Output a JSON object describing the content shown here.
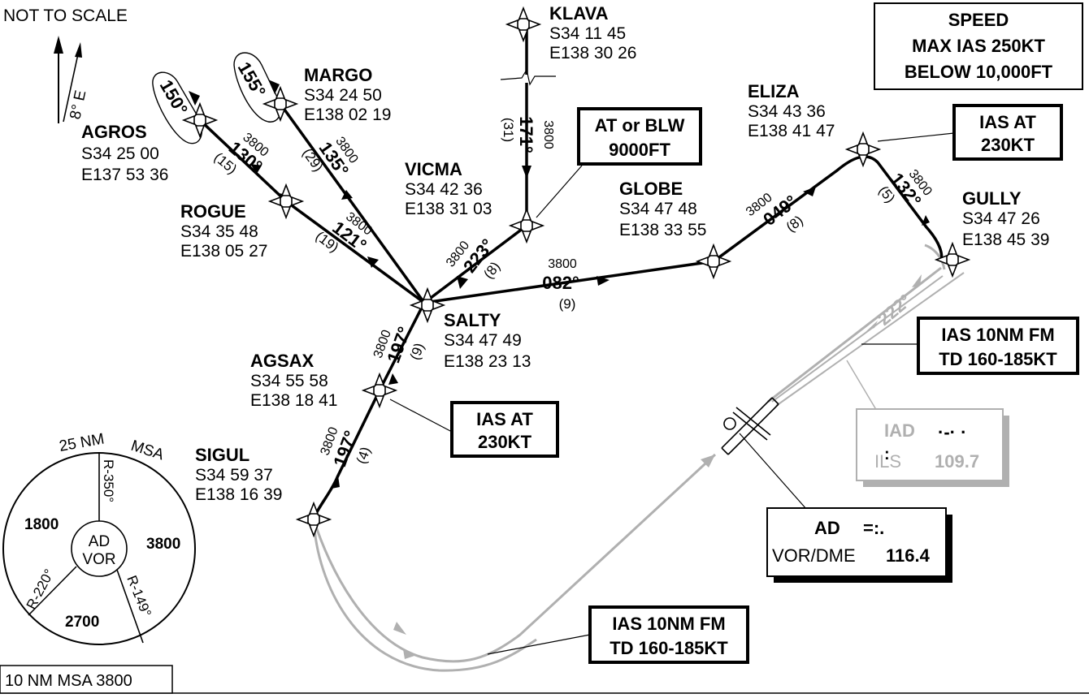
{
  "header": {
    "not_to_scale": "NOT TO SCALE",
    "variation": "8° E"
  },
  "speed_box": {
    "line1": "SPEED",
    "line2": "MAX IAS 250KT",
    "line3": "BELOW 10,000FT"
  },
  "waypoints": {
    "klava": {
      "name": "KLAVA",
      "lat": "S34 11 45",
      "lon": "E138 30 26"
    },
    "margo": {
      "name": "MARGO",
      "lat": "S34 24 50",
      "lon": "E138 02 19"
    },
    "agros": {
      "name": "AGROS",
      "lat": "S34 25 00",
      "lon": "E137 53 36"
    },
    "rogue": {
      "name": "ROGUE",
      "lat": "S34 35 48",
      "lon": "E138 05 27"
    },
    "vicma": {
      "name": "VICMA",
      "lat": "S34 42 36",
      "lon": "E138 31 03"
    },
    "globe": {
      "name": "GLOBE",
      "lat": "S34 47 48",
      "lon": "E138 33 55"
    },
    "eliza": {
      "name": "ELIZA",
      "lat": "S34 43 36",
      "lon": "E138 41 47"
    },
    "gully": {
      "name": "GULLY",
      "lat": "S34 47 26",
      "lon": "E138 45 39"
    },
    "salty": {
      "name": "SALTY",
      "lat": "S34 47 49",
      "lon": "E138 23 13"
    },
    "agsax": {
      "name": "AGSAX",
      "lat": "S34 55 58",
      "lon": "E138 18 41"
    },
    "sigul": {
      "name": "SIGUL",
      "lat": "S34 59 37",
      "lon": "E138 16 39"
    }
  },
  "legs": {
    "agros_hold": "150°",
    "margo_hold": "155°",
    "agros_rogue": {
      "alt": "3800",
      "crs": "130°",
      "dist": "(15)"
    },
    "margo_salty": {
      "alt": "3800",
      "crs": "135°",
      "dist": "(29)"
    },
    "rogue_salty": {
      "alt": "3800",
      "crs": "121°",
      "dist": "(19)"
    },
    "klava_vicma": {
      "alt": "3800",
      "crs": "171°",
      "dist": "(31)"
    },
    "vicma_salty": {
      "alt": "3800",
      "crs": "223°",
      "dist": "(8)"
    },
    "salty_globe": {
      "alt": "3800",
      "crs": "082°",
      "dist": "(9)"
    },
    "globe_eliza": {
      "alt": "3800",
      "crs": "049°",
      "dist": "(8)"
    },
    "eliza_gully": {
      "alt": "3800",
      "crs": "132°",
      "dist": "(5)"
    },
    "salty_agsax": {
      "alt": "3800",
      "crs": "197°",
      "dist": "(9)"
    },
    "agsax_sigul": {
      "alt": "3800",
      "crs": "197°",
      "dist": "(4)"
    },
    "final_course": "222°"
  },
  "notes": {
    "at_or_below": {
      "line1": "AT or BLW",
      "line2": "9000FT"
    },
    "ias_eliza": {
      "line1": "IAS AT",
      "line2": "230KT"
    },
    "ias_agsax": {
      "line1": "IAS AT",
      "line2": "230KT"
    },
    "ias_gully": {
      "line1": "IAS 10NM FM",
      "line2": "TD 160-185KT"
    },
    "ias_sigul": {
      "line1": "IAS 10NM FM",
      "line2": "TD 160-185KT"
    }
  },
  "ils": {
    "ident": "IAD",
    "type": "ILS",
    "freq": "109.7"
  },
  "vor": {
    "ident": "AD",
    "type": "VOR/DME",
    "freq": "116.4"
  },
  "msa": {
    "title_nm": "25 NM",
    "title_msa": "MSA",
    "center_line1": "AD",
    "center_line2": "VOR",
    "radial_350": "R-350°",
    "radial_220": "R-220°",
    "radial_149": "R-149°",
    "sector_west": "1800",
    "sector_east": "3800",
    "sector_south": "2700"
  },
  "footer": {
    "msa_10nm": "10 NM MSA 3800"
  },
  "colors": {
    "route": "#000000",
    "procedure_grey": "#b0b0b0",
    "background": "#ffffff"
  }
}
